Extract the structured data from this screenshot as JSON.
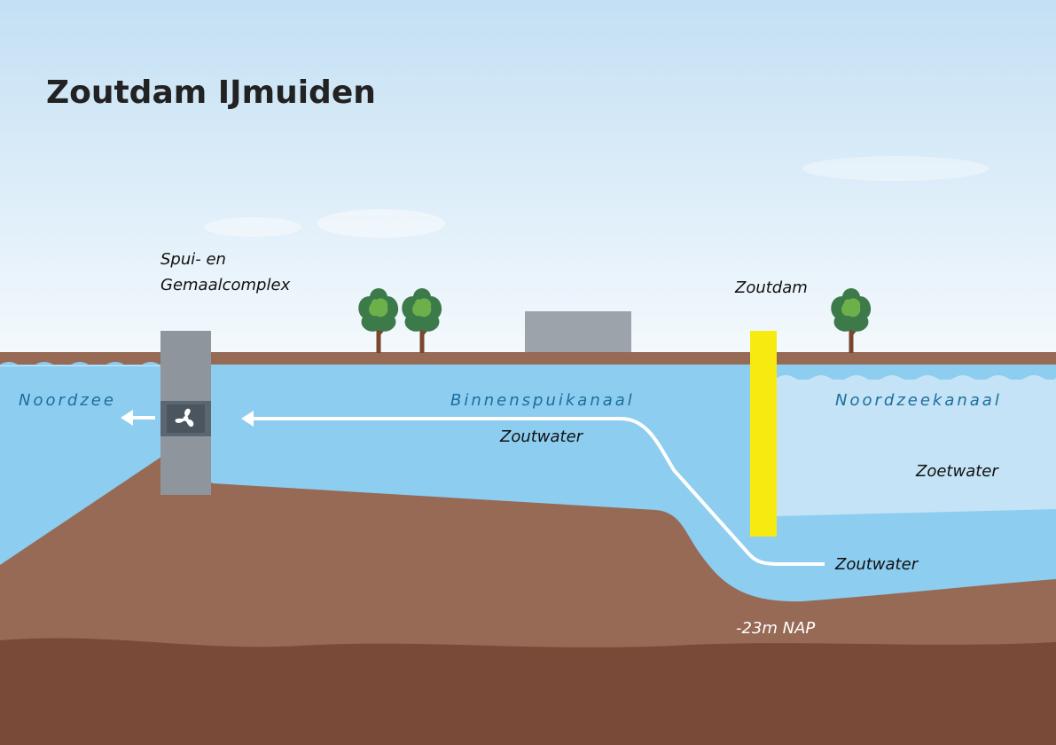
{
  "title": "Zoutdam IJmuiden",
  "labels": {
    "complex_line1": "Spui- en",
    "complex_line2": "Gemaalcomplex",
    "zoutdam": "Zoutdam",
    "noordzee": "Noordzee",
    "binnenspuikanaal": "Binnenspuikanaal",
    "noordzeekanaal": "Noordzeekanaal",
    "zoutwater_channel": "Zoutwater",
    "zoutwater_bottom": "Zoutwater",
    "zoetwater": "Zoetwater",
    "depth": "-23m NAP"
  },
  "icons": {
    "pump": "pump-propeller-icon",
    "arrow": "flow-arrow-icon",
    "tree": "tree-icon"
  },
  "colors": {
    "sky_top": "#c3e0f4",
    "sky_bottom": "#f4f9fd",
    "water": "#8dcdf0",
    "fresh_water": "#c4e3f6",
    "soil": "#966a55",
    "deep_soil": "#7a4a38",
    "dam": "#f7ea11",
    "complex": "#8e959d",
    "building": "#9da3aa",
    "tree_dark": "#3d7a4a",
    "tree_light": "#6db04a",
    "trunk": "#7a4630",
    "label_water": "#1b6f9c"
  }
}
